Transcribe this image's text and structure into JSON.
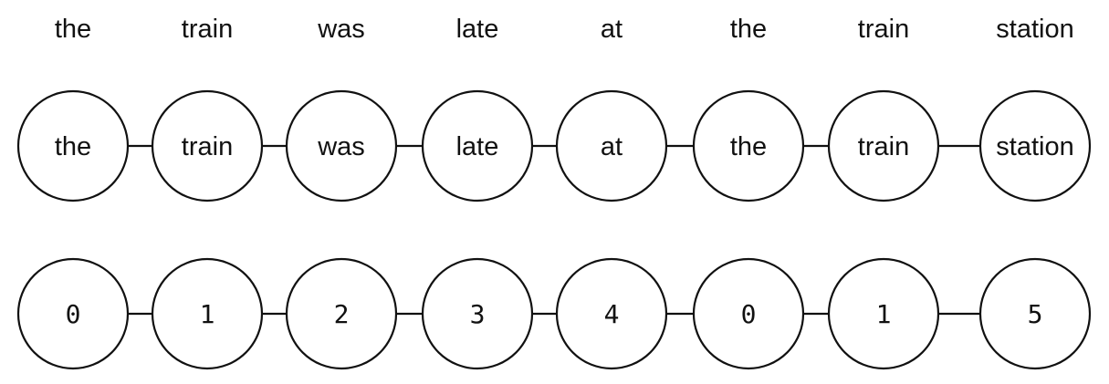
{
  "tokens": [
    "the",
    "train",
    "was",
    "late",
    "at",
    "the",
    "train",
    "station"
  ],
  "node_labels": [
    "the",
    "train",
    "was",
    "late",
    "at",
    "the",
    "train",
    "station"
  ],
  "ids": [
    "0",
    "1",
    "2",
    "3",
    "4",
    "0",
    "1",
    "5"
  ],
  "colors": {
    "stroke": "#111111",
    "fill": "#ffffff",
    "text": "#111111"
  }
}
